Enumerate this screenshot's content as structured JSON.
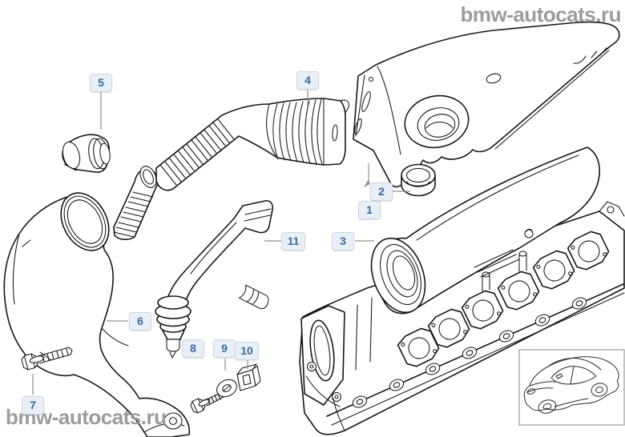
{
  "site": {
    "watermark_top_right": "bmw-autocats.ru",
    "watermark_bottom_left": "bmw-autocats.ru"
  },
  "callouts": [
    {
      "label": "1"
    },
    {
      "label": "2"
    },
    {
      "label": "3"
    },
    {
      "label": "4"
    },
    {
      "label": "5"
    },
    {
      "label": "6"
    },
    {
      "label": "7"
    },
    {
      "label": "8"
    },
    {
      "label": "9"
    },
    {
      "label": "10"
    },
    {
      "label": "11"
    }
  ],
  "colors": {
    "accent_text": "#3a6b9f",
    "callout_background": "#e9eff6",
    "callout_border": "#ccd7e3",
    "watermark": "#9c9c9c",
    "diagram_line": "#161616",
    "leader_line": "#909090"
  }
}
